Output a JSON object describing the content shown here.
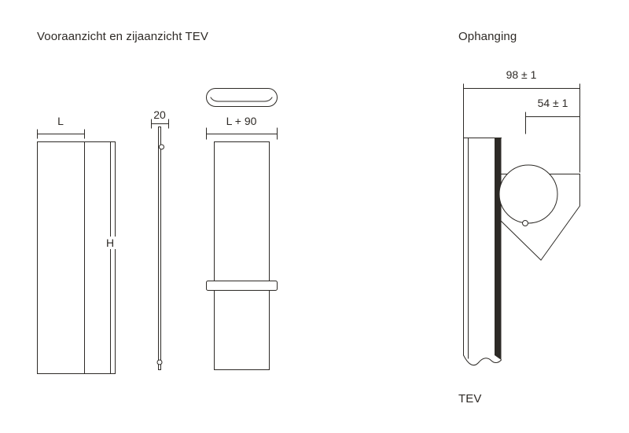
{
  "titles": {
    "left": "Vooraanzicht en zijaanzicht TEV",
    "right": "Ophanging"
  },
  "dimensions": {
    "width": "L",
    "height": "H",
    "depth": "20",
    "collector_width": "L + 90",
    "bracket_total": "98 ± 1",
    "bracket_offset": "54 ± 1"
  },
  "caption": "TEV",
  "colors": {
    "line": "#2d2a26",
    "text": "#2e2a26",
    "background": "#ffffff"
  }
}
